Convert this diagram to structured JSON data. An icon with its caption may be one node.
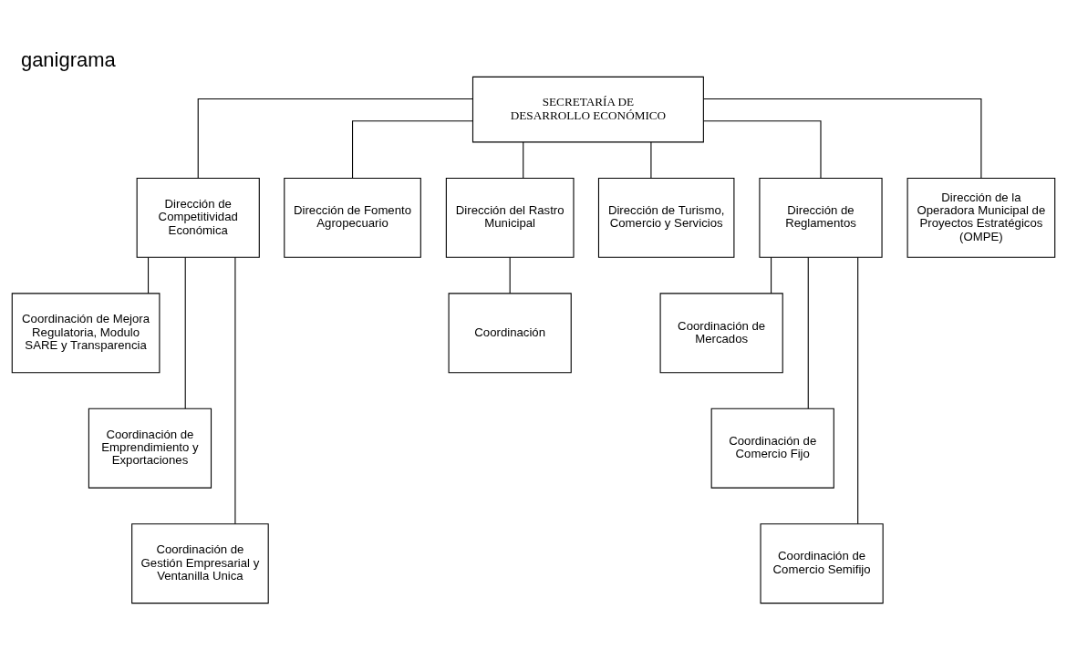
{
  "diagram": {
    "title": "ganigrama",
    "nodes": [
      {
        "text": [
          "SECRETARÍA DE DESARROLLO ECONÓMICO"
        ]
      },
      {
        "text": [
          "Dirección de Competitividad Económica"
        ]
      },
      {
        "text": [
          "Dirección de Fomento Agropecuario"
        ]
      },
      {
        "text": [
          "Dirección del Rastro Municipal"
        ]
      },
      {
        "text": [
          "Dirección de Turismo, Comercio y Servicios"
        ]
      },
      {
        "text": [
          "Dirección de Reglamentos"
        ]
      },
      {
        "text": [
          "Dirección de la Operadora Municipal de Proyectos Estratégicos (OMPE)"
        ]
      },
      {
        "text": [
          "Coordinación de Mejora Regulatoria, Modulo SARE y Transparencia"
        ]
      },
      {
        "text": [
          "Coordinación de Emprendimiento y Exportaciones"
        ]
      },
      {
        "text": [
          "Coordinación de Gestión Empresarial y Ventanilla Unica"
        ]
      },
      {
        "text": [
          "Coordinación"
        ]
      },
      {
        "text": [
          "Coordinación de Mercados"
        ]
      },
      {
        "text": [
          "Coordinación de Comercio Fijo"
        ]
      },
      {
        "text": [
          "Coordinación de Comercio Semifijo"
        ]
      }
    ],
    "edges": [
      {
        "from": 0,
        "to": 1,
        "arrow": "none"
      },
      {
        "from": 0,
        "to": 2,
        "arrow": "none"
      },
      {
        "from": 0,
        "to": 3,
        "arrow": "none"
      },
      {
        "from": 0,
        "to": 4,
        "arrow": "none"
      },
      {
        "from": 0,
        "to": 5,
        "arrow": "none"
      },
      {
        "from": 0,
        "to": 6,
        "arrow": "none"
      },
      {
        "from": 1,
        "to": 7,
        "arrow": "none"
      },
      {
        "from": 1,
        "to": 8,
        "arrow": "none"
      },
      {
        "from": 1,
        "to": 9,
        "arrow": "none"
      },
      {
        "from": 3,
        "to": 10,
        "arrow": "none"
      },
      {
        "from": 5,
        "to": 11,
        "arrow": "none"
      },
      {
        "from": 5,
        "to": 12,
        "arrow": "none"
      },
      {
        "from": 5,
        "to": 13,
        "arrow": "none"
      }
    ]
  }
}
